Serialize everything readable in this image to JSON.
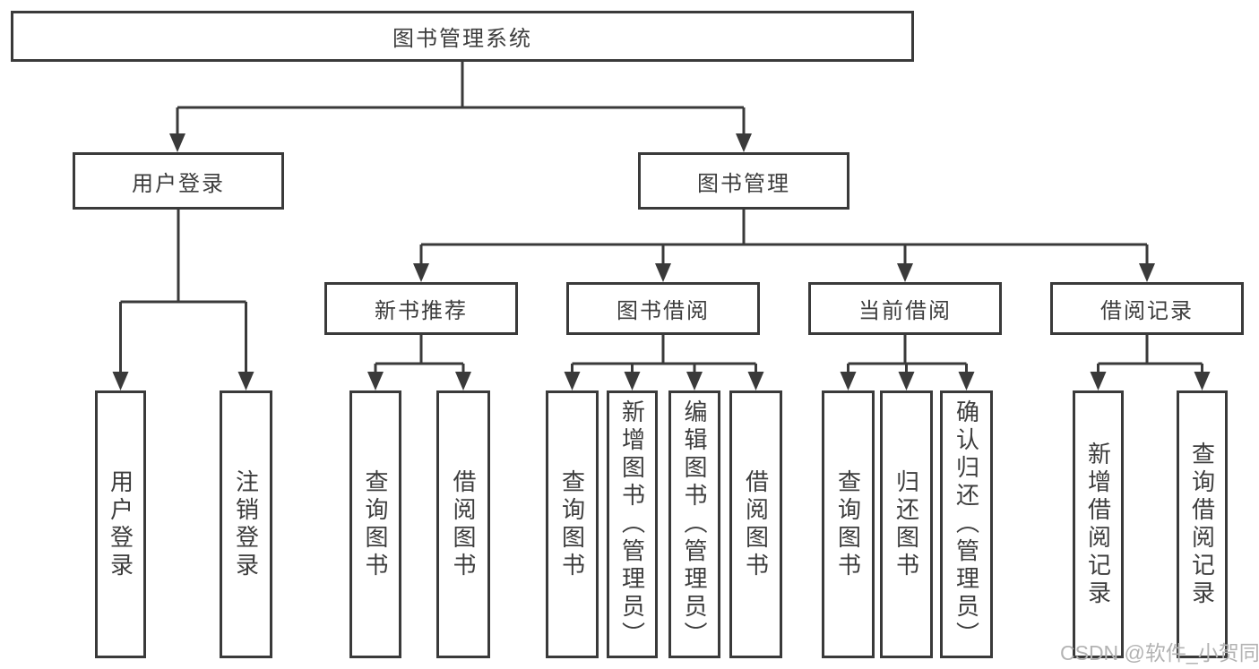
{
  "title": "图书管理系统",
  "colors": {
    "line": "#3a3a3a",
    "text": "#3d3d3d",
    "box_fill": "#ffffff",
    "background": "#ffffff",
    "watermark": "#b3b3b3"
  },
  "nodes": {
    "root": {
      "label": "图书管理系统"
    },
    "branches": [
      {
        "label": "用户登录",
        "children": [
          {
            "label": "用户登录"
          },
          {
            "label": "注销登录"
          }
        ]
      },
      {
        "label": "图书管理",
        "children": [
          {
            "label": "新书推荐",
            "children": [
              {
                "label": "查询图书"
              },
              {
                "label": "借阅图书"
              }
            ]
          },
          {
            "label": "图书借阅",
            "children": [
              {
                "label": "查询图书"
              },
              {
                "label": "新增图书（管理员）"
              },
              {
                "label": "编辑图书（管理员）"
              },
              {
                "label": "借阅图书"
              }
            ]
          },
          {
            "label": "当前借阅",
            "children": [
              {
                "label": "查询图书"
              },
              {
                "label": "归还图书"
              },
              {
                "label": "确认归还（管理员）"
              }
            ]
          },
          {
            "label": "借阅记录",
            "children": [
              {
                "label": "新增借阅记录"
              },
              {
                "label": "查询借阅记录"
              }
            ]
          }
        ]
      }
    ]
  },
  "watermark": "CSDN @软件_小贺同学"
}
